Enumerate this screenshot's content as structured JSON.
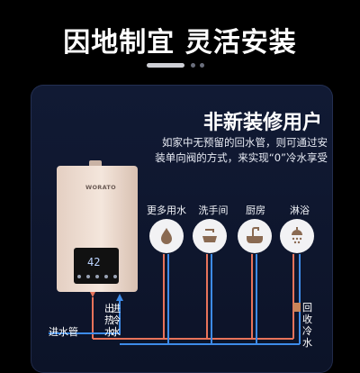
{
  "header": {
    "title": "因地制宜 灵活安装"
  },
  "card": {
    "title": "非新装修用户",
    "desc_line1": "如家中无预留的回水管，则可通过安",
    "desc_line2": "装单向阀的方式，来实现“0”冷水享受"
  },
  "heater": {
    "brand": "WORATO",
    "display": "42"
  },
  "fixtures": [
    {
      "label": "更多用水",
      "icon": "water-drop-icon"
    },
    {
      "label": "洗手间",
      "icon": "basin-faucet-icon"
    },
    {
      "label": "厨房",
      "icon": "sink-faucet-icon"
    },
    {
      "label": "淋浴",
      "icon": "shower-icon"
    }
  ],
  "pipes": {
    "hot_out": "出热水",
    "cold_in": "进冷水",
    "water_in": "进水管",
    "return": "回收冷水"
  },
  "colors": {
    "hot": "#e8735a",
    "cold": "#3d8be8",
    "card_bg": "#111a34"
  }
}
